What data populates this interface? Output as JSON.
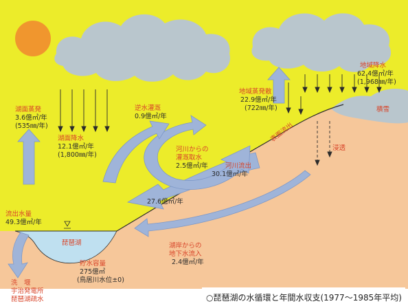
{
  "caption": "○琵琶湖の水循環と年間水収支(1977～1985年平均)",
  "labels": {
    "lake_evaporation": {
      "title": "湖面蒸発",
      "value": "3.6億㎥/年",
      "sub": "(535㎜/年)"
    },
    "lake_precipitation": {
      "title": "湖面降水",
      "value": "12.1億㎥/年",
      "sub": "(1,800㎜/年)"
    },
    "reverse_irrigation": {
      "title": "逆水灌漑",
      "value": "0.9億㎥/年"
    },
    "river_irrigation": {
      "line1": "河川からの",
      "line2": "灌漑取水",
      "value": "2.5億㎥/年"
    },
    "river_outflow": {
      "title": "河川流出",
      "value": "30.1億㎥/年"
    },
    "inflow_arrow": {
      "value": "27.6億㎥/年"
    },
    "area_evaporation": {
      "title": "地域蒸発散",
      "value": "22.9億㎥/年",
      "sub": "(722㎜/年)"
    },
    "area_precipitation": {
      "title": "地域降水",
      "value": "62.4億㎥/年",
      "sub": "(1,968㎜/年)"
    },
    "snow": "積雪",
    "surface_runoff": "表面流出",
    "infiltration": "浸透",
    "outflow": {
      "title": "流出水量",
      "value": "49.3億㎥/年"
    },
    "lake": "琵琶湖",
    "storage": {
      "title": "貯水容量",
      "value": "275億㎥",
      "sub": "(鳥居川水位±0)"
    },
    "groundwater": {
      "line1": "湖岸からの",
      "line2": "地下水流入",
      "value": "2.4億㎥/年"
    },
    "exits": {
      "line1": "洗　堰",
      "line2": "宇治発電所",
      "line3": "琵琶湖疏水"
    }
  },
  "colors": {
    "sky": "#ecec2a",
    "ground": "#f6c79a",
    "lake": "#bfe0f0",
    "cloud": "#b9c6cd",
    "arrow": "#9fb4d9",
    "arrow_edge": "#7d98c8",
    "sun": "#f0962e",
    "label_red": "#d8452a"
  }
}
